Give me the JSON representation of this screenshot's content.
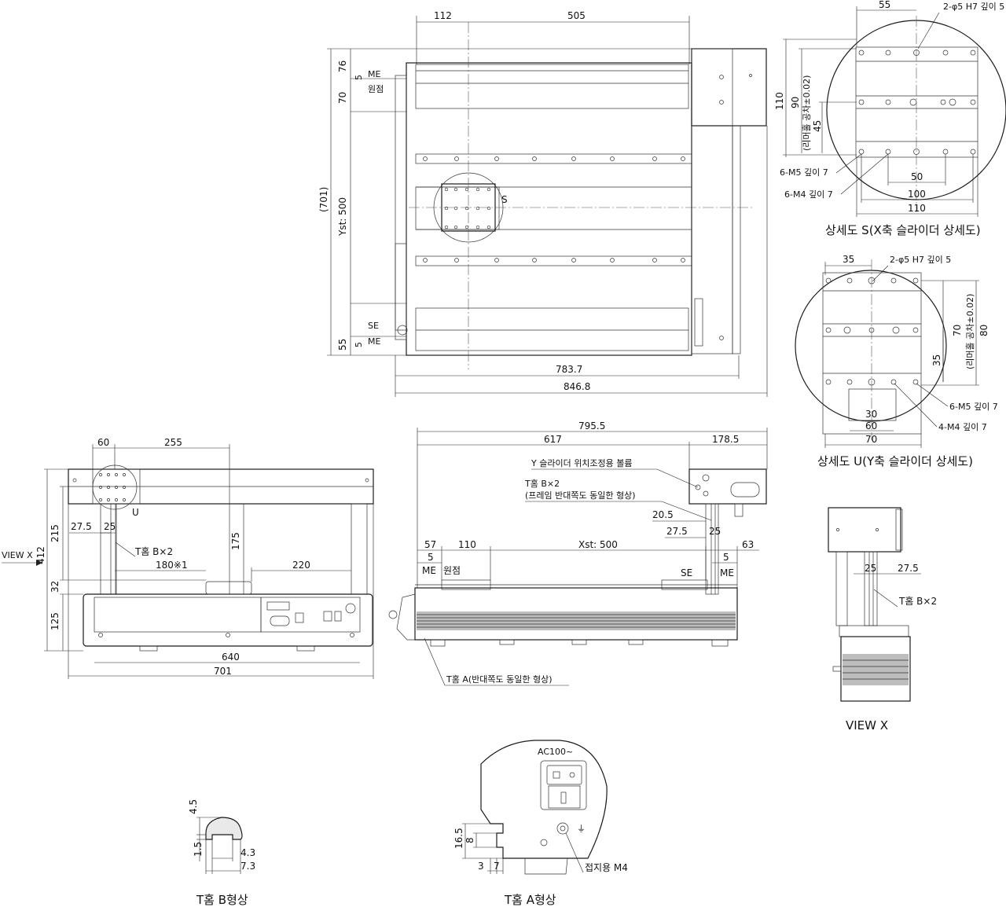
{
  "top_view": {
    "dim_top_left": "112",
    "dim_top_right": "505",
    "dim_76": "76",
    "dim_5_top": "5",
    "me_top": "ME",
    "origin_top": "원점",
    "dim_70": "70",
    "dim_701": "(701)",
    "yst": "Yst: 500",
    "se_left": "SE",
    "me_bottom": "ME",
    "dim_55": "55",
    "dim_5_bottom": "5",
    "s_marker": "S",
    "dim_7837": "783.7",
    "dim_8468": "846.8"
  },
  "detail_s": {
    "dim_55": "55",
    "hole_note": "2-φ5  H7 깊이 5",
    "dim_110_v": "110",
    "dim_90": "90",
    "reamer_note": "(리머홀 공차±0.02)",
    "dim_45": "45",
    "m5_note": "6-M5 깊이 7",
    "m4_note": "6-M4 깊이 7",
    "dim_50": "50",
    "dim_100": "100",
    "dim_110_h": "110",
    "title": "상세도 S(X축 슬라이더 상세도)"
  },
  "detail_u": {
    "dim_35": "35",
    "hole_note": "2-φ5  H7 깊이 5",
    "dim_70": "70",
    "reamer_note": "(리머홀 공차±0.02)",
    "dim_80": "80",
    "dim_35_v": "35",
    "m5_note": "6-M5 깊이 7",
    "m4_note": "4-M4 깊이 7",
    "dim_30": "30",
    "dim_60": "60",
    "dim_70_h": "70",
    "title": "상세도 U(Y축 슬라이더 상세도)"
  },
  "front_view": {
    "dim_60": "60",
    "dim_255": "255",
    "u_marker": "U",
    "dim_412": "412",
    "dim_215": "215",
    "dim_275": "27.5",
    "dim_25": "25",
    "tgroove_b": "T홈 B×2",
    "dim_175": "175",
    "dim_180": "180※1",
    "dim_220": "220",
    "view_x": "VIEW X",
    "dim_32": "32",
    "dim_125": "125",
    "dim_640": "640",
    "dim_701": "701"
  },
  "side_view": {
    "dim_7955": "795.5",
    "dim_617": "617",
    "dim_1785": "178.5",
    "y_note": "Y 슬라이더 위치조정용 볼륨",
    "tgroove_b": "T홈 B×2",
    "frame_note": "(프레임 반대쪽도 동일한 형상)",
    "dim_205": "20.5",
    "dim_275": "27.5",
    "dim_25": "25",
    "dim_57": "57",
    "dim_110": "110",
    "xst": "Xst: 500",
    "dim_63": "63",
    "dim_5_left": "5",
    "me_left": "ME",
    "origin": "원점",
    "se": "SE",
    "dim_5_right": "5",
    "me_right": "ME",
    "tgroove_a": "T홈 A(반대쪽도 동일한 형상)"
  },
  "view_x": {
    "dim_25": "25",
    "dim_275": "27.5",
    "tgroove_b": "T홈 B×2",
    "title": "VIEW X"
  },
  "profile_b": {
    "dim_45": "4.5",
    "dim_15": "1.5",
    "dim_43": "4.3",
    "dim_73": "7.3",
    "title": "T홈 B형상"
  },
  "profile_a": {
    "ac_label": "AC100~",
    "dim_165": "16.5",
    "dim_8": "8",
    "dim_3": "3",
    "dim_7": "7",
    "ground_note": "접지용 M4",
    "title": "T홈 A형상"
  }
}
